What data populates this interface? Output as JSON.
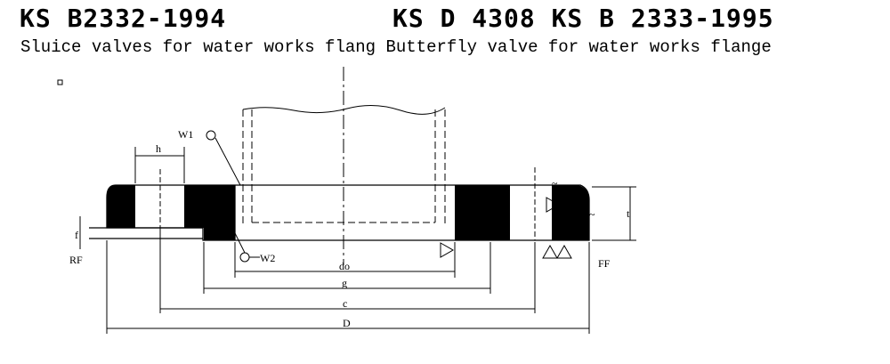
{
  "header": {
    "standard_left": "KS B2332-1994",
    "standard_right": "KS D 4308 KS B 2333-1995",
    "description": "Sluice valves for water works flang Butterfly valve for water works flange"
  },
  "labels": {
    "h": "h",
    "w1": "W1",
    "w2": "W2",
    "f": "f",
    "rf": "RF",
    "ff": "FF",
    "t": "t",
    "do": "do",
    "g": "g",
    "c": "c",
    "D": "D",
    "tilde1": "~",
    "tilde2": "~"
  }
}
